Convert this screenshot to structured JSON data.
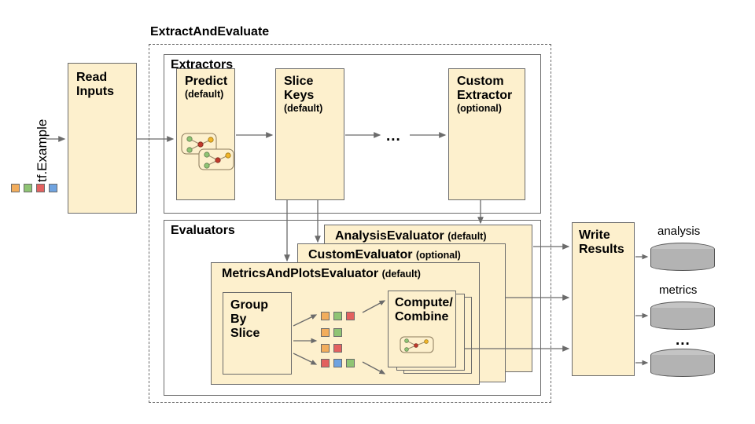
{
  "diagram": {
    "title_outer": "ExtractAndEvaluate",
    "input_label": "tf.Example",
    "read_inputs": "Read Inputs",
    "extractors_header": "Extractors",
    "evaluators_header": "Evaluators",
    "ellipsis": "...",
    "extractors": [
      {
        "name": "Predict",
        "qualifier": "(default)"
      },
      {
        "name": "Slice Keys",
        "qualifier": "(default)"
      },
      {
        "name": "Custom Extractor",
        "qualifier": "(optional)"
      }
    ],
    "evaluators": [
      {
        "name": "AnalysisEvaluator",
        "qualifier": "(default)"
      },
      {
        "name": "CustomEvaluator",
        "qualifier": "(optional)"
      },
      {
        "name": "MetricsAndPlotsEvaluator",
        "qualifier": "(default)"
      }
    ],
    "group_by_slice": "Group By Slice",
    "compute_combine": "Compute/ Combine",
    "write_results": "Write Results",
    "sinks": [
      {
        "label": "analysis"
      },
      {
        "label": "metrics"
      },
      {
        "label": "..."
      }
    ],
    "colors": {
      "node_fill": "#fdf0cd",
      "stroke": "#6b6b6b",
      "chip_orange": "#f2ad5c",
      "chip_green": "#8fc474",
      "chip_red": "#e3615f",
      "chip_blue": "#6fa3e0",
      "cylinder": "#b3b3b3",
      "background": "#ffffff"
    },
    "input_chips": [
      "chip_orange",
      "chip_green",
      "chip_red",
      "chip_blue"
    ],
    "slice_chip_rows": [
      [
        "chip_orange",
        "chip_green",
        "chip_red"
      ],
      [
        "chip_orange",
        "chip_green"
      ],
      [
        "chip_orange",
        "chip_red"
      ],
      [
        "chip_red",
        "chip_blue",
        "chip_green"
      ]
    ]
  }
}
